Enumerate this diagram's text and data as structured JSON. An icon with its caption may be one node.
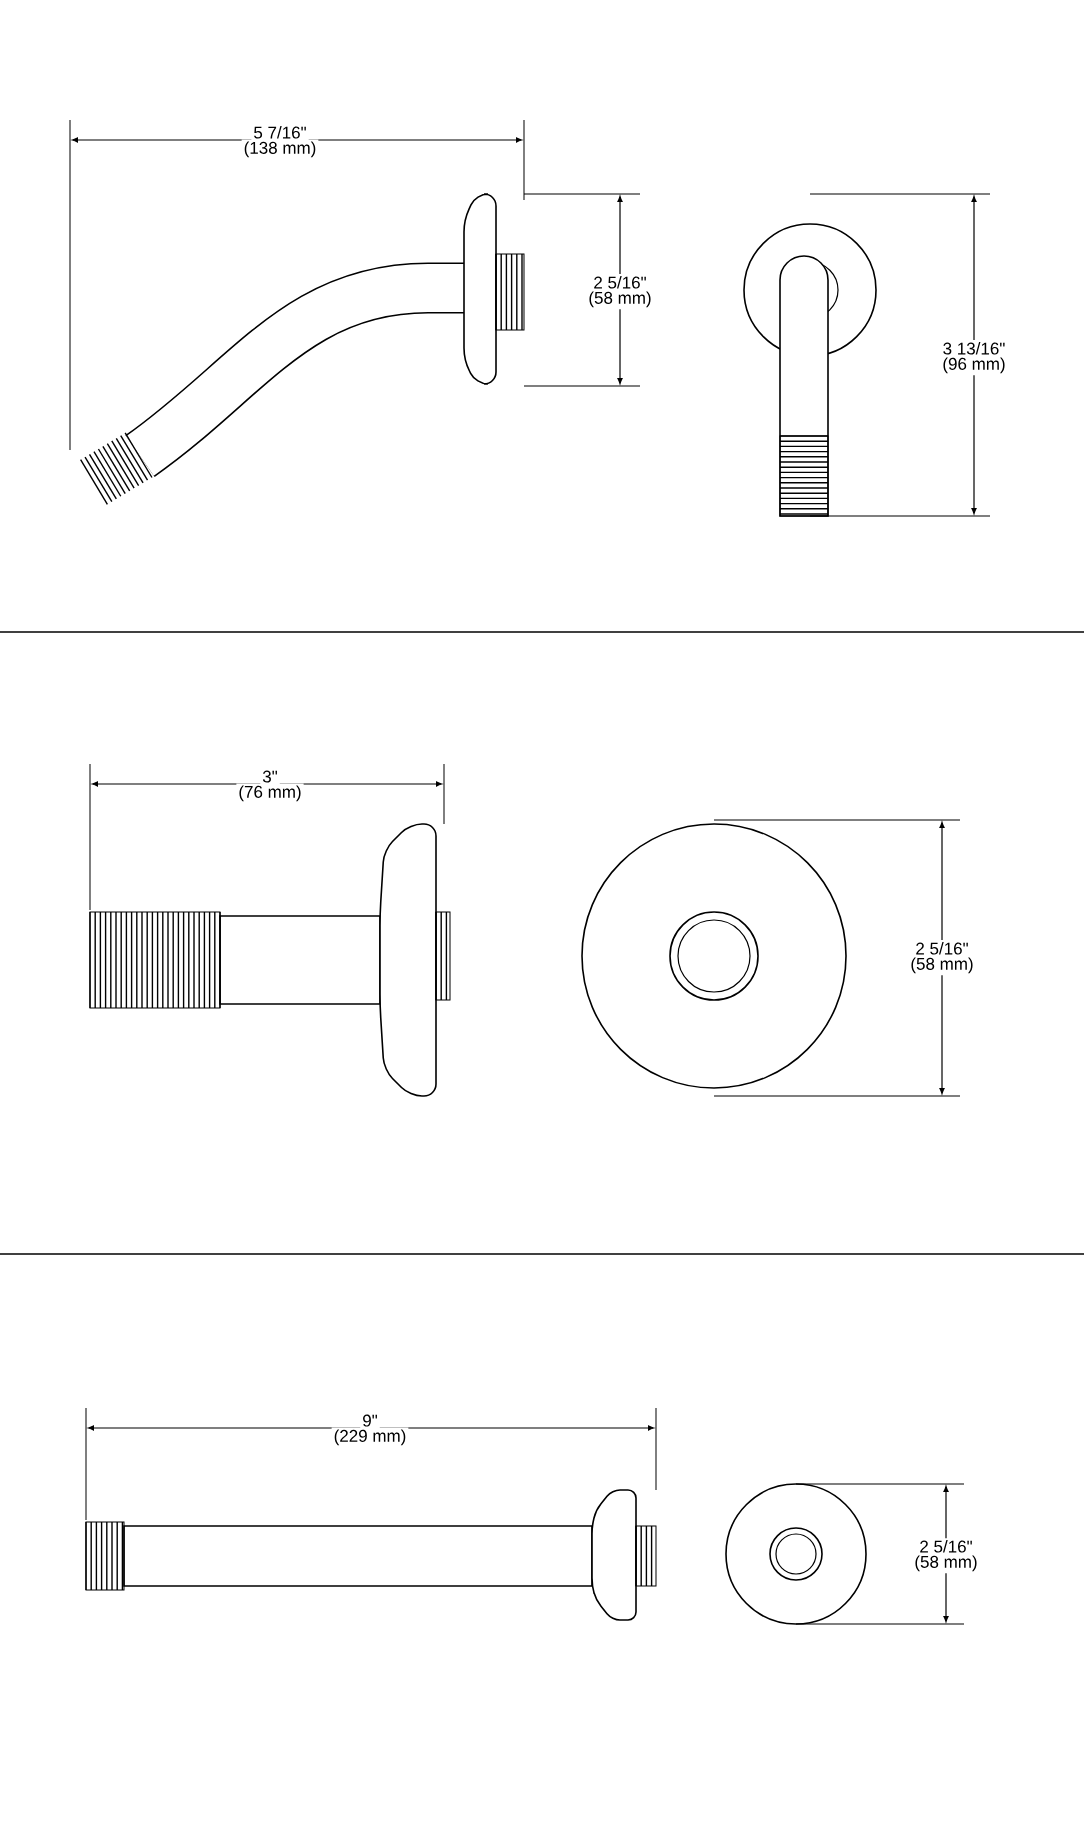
{
  "diagram": {
    "labels": [
      "5 7/16\"",
      "(138 mm)",
      "2 5/16\"",
      "(58 mm)",
      "3 13/16\"",
      "(96 mm)",
      "3\"",
      "(76 mm)",
      "2 5/16\"",
      "(58 mm)",
      "9\"",
      "(229 mm)",
      "2 5/16\"",
      "(58 mm)"
    ]
  }
}
